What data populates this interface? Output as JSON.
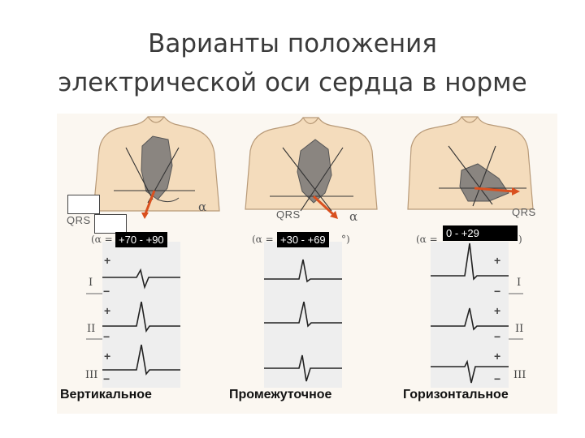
{
  "title": {
    "line1": "Варианты положения",
    "line2": "электрической оси сердца в норме"
  },
  "colors": {
    "heart": "#8a8580",
    "skin": "#f4dcbc",
    "arrow": "#d9501f",
    "ecg_strip": "#eeeeee"
  },
  "figure": {
    "qrs_label": "QRS",
    "alpha_symbol": "α",
    "leads": [
      "I",
      "II",
      "III"
    ],
    "plus_sign": "+",
    "minus_sign": "−"
  },
  "variants": [
    {
      "position_label": "Вертикальное",
      "range_label": "+70 - +90",
      "equation_prefix": "(α =",
      "equation_suffix": ""
    },
    {
      "position_label": "Промежуточное",
      "range_label": "+30 - +69",
      "equation_prefix": "(α =",
      "equation_suffix": "°)"
    },
    {
      "position_label": "Горизонтальное",
      "range_label": "0 - +29",
      "equation_prefix": "(α =",
      "equation_suffix": "°)"
    }
  ]
}
